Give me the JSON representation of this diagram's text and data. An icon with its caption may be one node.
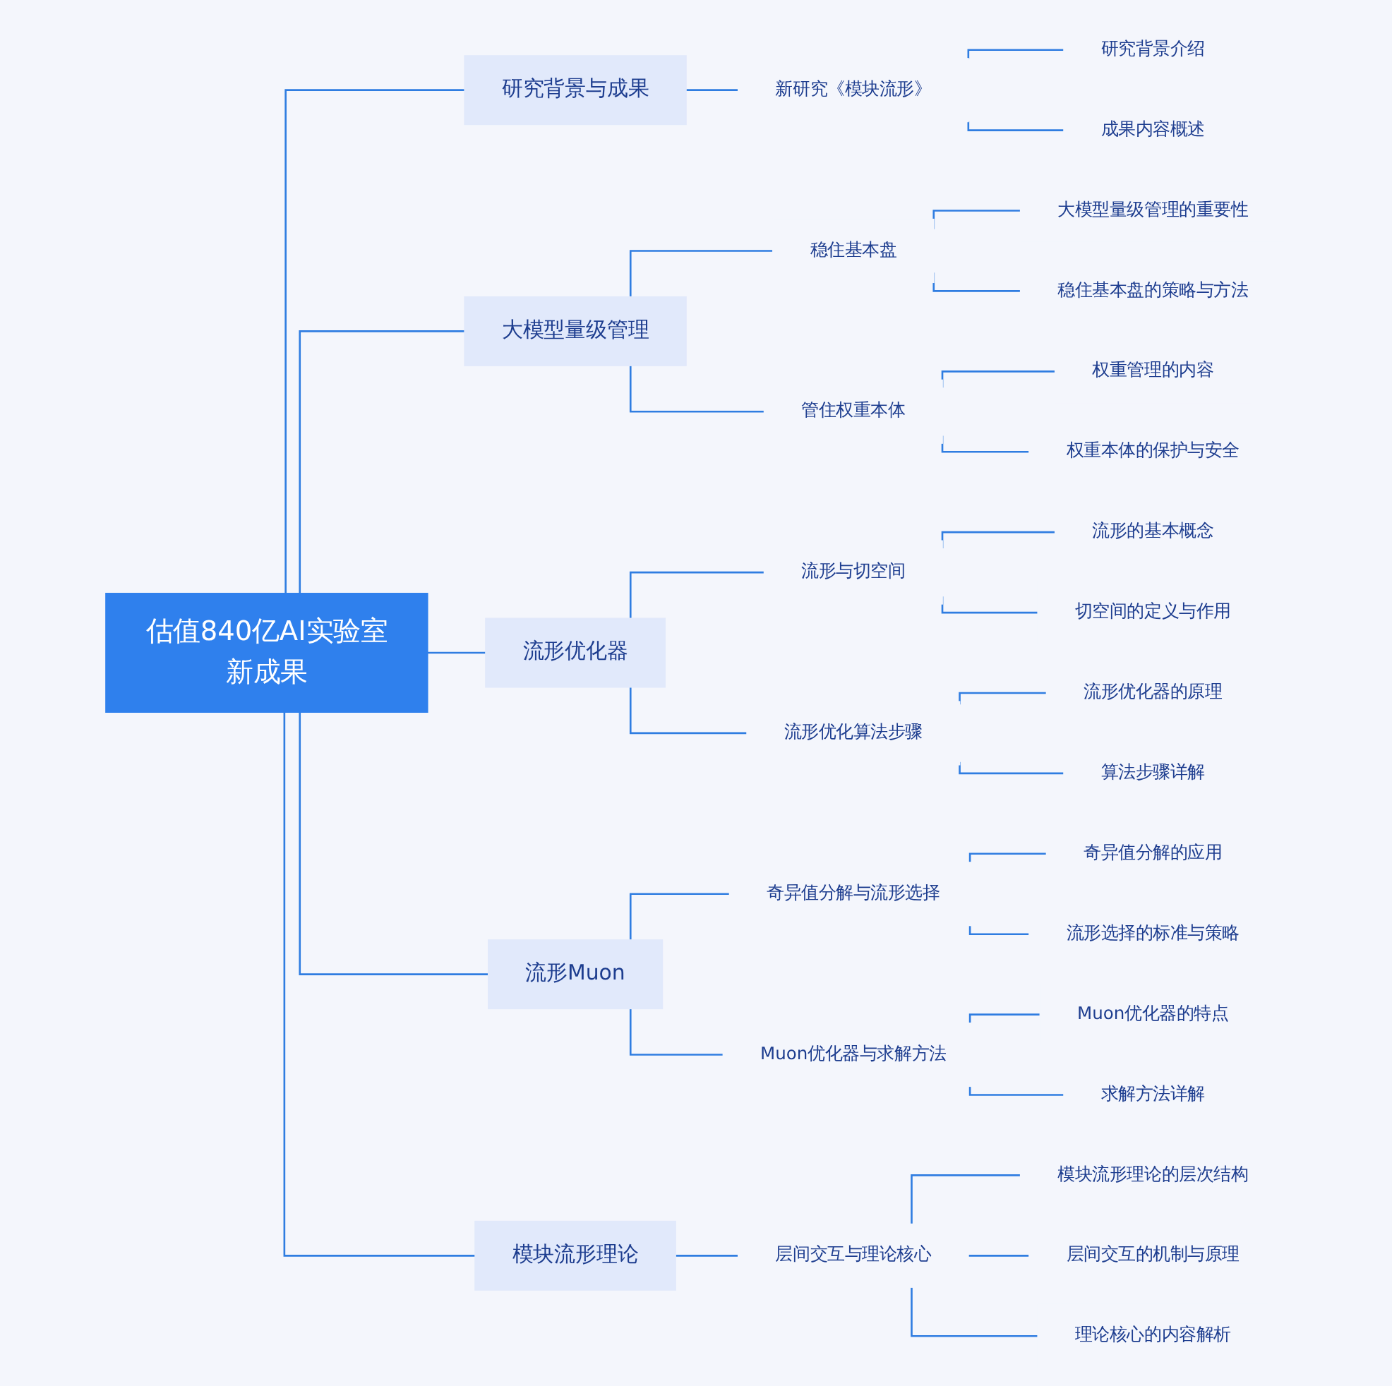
{
  "diagram": {
    "nodes": [
      {
        "text": [
          "估值840亿AI实验室新成果"
        ]
      },
      {
        "text": [
          "研究背景与成果"
        ]
      },
      {
        "text": [
          "新研究《模块流形》"
        ]
      },
      {
        "text": [
          "研究背景介绍"
        ]
      },
      {
        "text": [
          "成果内容概述"
        ]
      },
      {
        "text": [
          "大模型量级管理"
        ]
      },
      {
        "text": [
          "稳住基本盘"
        ]
      },
      {
        "text": [
          "大模型量级管理的重要性"
        ]
      },
      {
        "text": [
          "稳住基本盘的策略与方法"
        ]
      },
      {
        "text": [
          "管住权重本体"
        ]
      },
      {
        "text": [
          "权重管理的内容"
        ]
      },
      {
        "text": [
          "权重本体的保护与安全"
        ]
      },
      {
        "text": [
          "流形优化器"
        ]
      },
      {
        "text": [
          "流形与切空间"
        ]
      },
      {
        "text": [
          "流形的基本概念"
        ]
      },
      {
        "text": [
          "切空间的定义与作用"
        ]
      },
      {
        "text": [
          "流形优化算法步骤"
        ]
      },
      {
        "text": [
          "流形优化器的原理"
        ]
      },
      {
        "text": [
          "算法步骤详解"
        ]
      },
      {
        "text": [
          "流形Muon"
        ]
      },
      {
        "text": [
          "奇异值分解与流形选择"
        ]
      },
      {
        "text": [
          "奇异值分解的应用"
        ]
      },
      {
        "text": [
          "流形选择的标准与策略"
        ]
      },
      {
        "text": [
          "Muon优化器与求解方法"
        ]
      },
      {
        "text": [
          "Muon优化器的特点"
        ]
      },
      {
        "text": [
          "求解方法详解"
        ]
      },
      {
        "text": [
          "模块流形理论"
        ]
      },
      {
        "text": [
          "层间交互与理论核心"
        ]
      },
      {
        "text": [
          "模块流形理论的层次结构"
        ]
      },
      {
        "text": [
          "层间交互的机制与原理"
        ]
      },
      {
        "text": [
          "理论核心的内容解析"
        ]
      }
    ],
    "edges": [
      {
        "from": 0,
        "to": 1,
        "arrow": "none"
      },
      {
        "from": 1,
        "to": 2,
        "arrow": "none"
      },
      {
        "from": 2,
        "to": 3,
        "arrow": "none"
      },
      {
        "from": 2,
        "to": 4,
        "arrow": "none"
      },
      {
        "from": 0,
        "to": 5,
        "arrow": "none"
      },
      {
        "from": 5,
        "to": 6,
        "arrow": "none"
      },
      {
        "from": 6,
        "to": 7,
        "arrow": "none"
      },
      {
        "from": 6,
        "to": 8,
        "arrow": "none"
      },
      {
        "from": 5,
        "to": 9,
        "arrow": "none"
      },
      {
        "from": 9,
        "to": 10,
        "arrow": "none"
      },
      {
        "from": 9,
        "to": 11,
        "arrow": "none"
      },
      {
        "from": 0,
        "to": 12,
        "arrow": "none"
      },
      {
        "from": 12,
        "to": 13,
        "arrow": "none"
      },
      {
        "from": 13,
        "to": 14,
        "arrow": "none"
      },
      {
        "from": 13,
        "to": 15,
        "arrow": "none"
      },
      {
        "from": 12,
        "to": 16,
        "arrow": "none"
      },
      {
        "from": 16,
        "to": 17,
        "arrow": "none"
      },
      {
        "from": 16,
        "to": 18,
        "arrow": "none"
      },
      {
        "from": 0,
        "to": 19,
        "arrow": "none"
      },
      {
        "from": 19,
        "to": 20,
        "arrow": "none"
      },
      {
        "from": 20,
        "to": 21,
        "arrow": "none"
      },
      {
        "from": 20,
        "to": 22,
        "arrow": "none"
      },
      {
        "from": 19,
        "to": 23,
        "arrow": "none"
      },
      {
        "from": 23,
        "to": 24,
        "arrow": "none"
      },
      {
        "from": 23,
        "to": 25,
        "arrow": "none"
      },
      {
        "from": 0,
        "to": 26,
        "arrow": "none"
      },
      {
        "from": 26,
        "to": 27,
        "arrow": "none"
      },
      {
        "from": 27,
        "to": 28,
        "arrow": "none"
      },
      {
        "from": 27,
        "to": 29,
        "arrow": "none"
      },
      {
        "from": 27,
        "to": 30,
        "arrow": "none"
      }
    ]
  }
}
